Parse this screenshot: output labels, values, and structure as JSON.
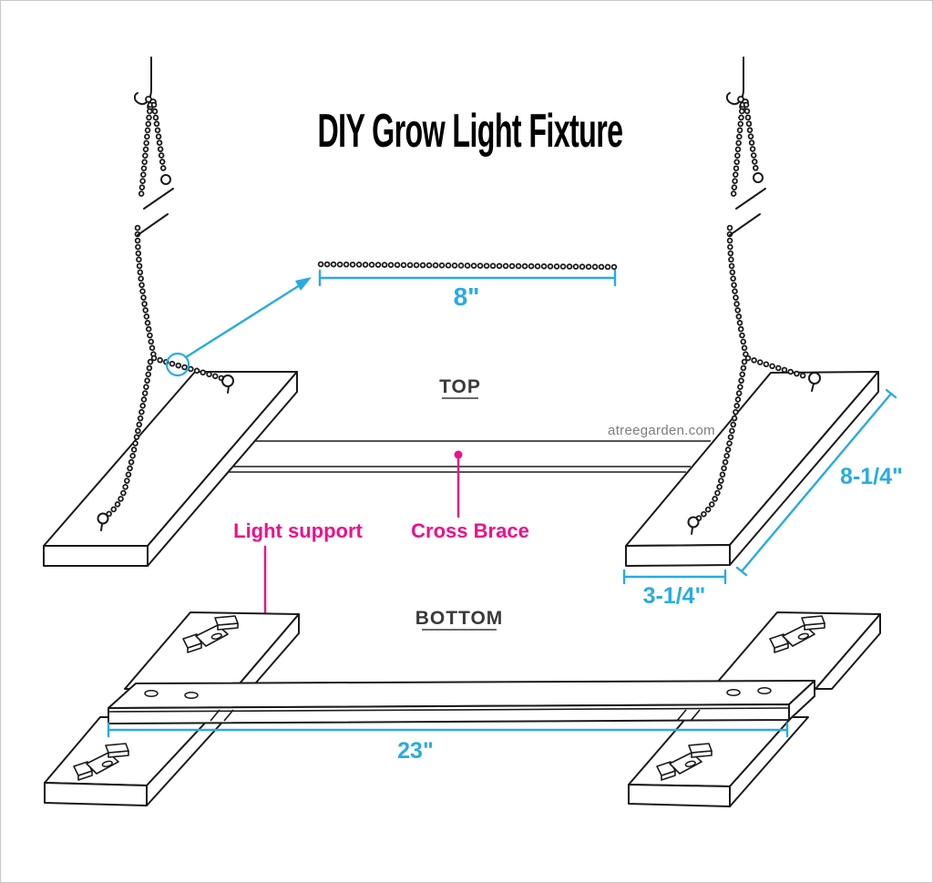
{
  "title": "DIY Grow Light Fixture",
  "watermark": "atreegarden.com",
  "views": {
    "top_label": "TOP",
    "bottom_label": "BOTTOM"
  },
  "annotations": {
    "light_support": "Light support",
    "cross_brace": "Cross Brace"
  },
  "dimensions": {
    "chain_detail": "8\"",
    "board_length": "8-1/4\"",
    "board_width": "3-1/4\"",
    "light_support_length": "23\""
  },
  "colors": {
    "dimension_accent": "#29ABE2",
    "annotation_accent": "#EC108C",
    "line": "#1A1A1A",
    "heading": "#3A3A3A",
    "watermark": "#7D7D7D",
    "title": "#000000"
  }
}
